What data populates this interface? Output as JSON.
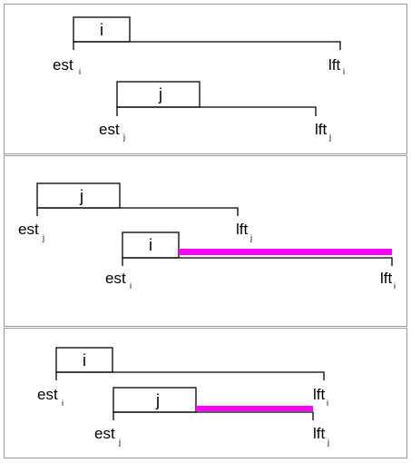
{
  "activities": {
    "i": "i",
    "j": "j"
  },
  "time_labels": {
    "est": "est",
    "lft": "lft",
    "sub_i": "i",
    "sub_j": "j"
  },
  "colors": {
    "slack_bar": "#ff00ff",
    "panel_border": "#999999",
    "line": "#000000"
  }
}
